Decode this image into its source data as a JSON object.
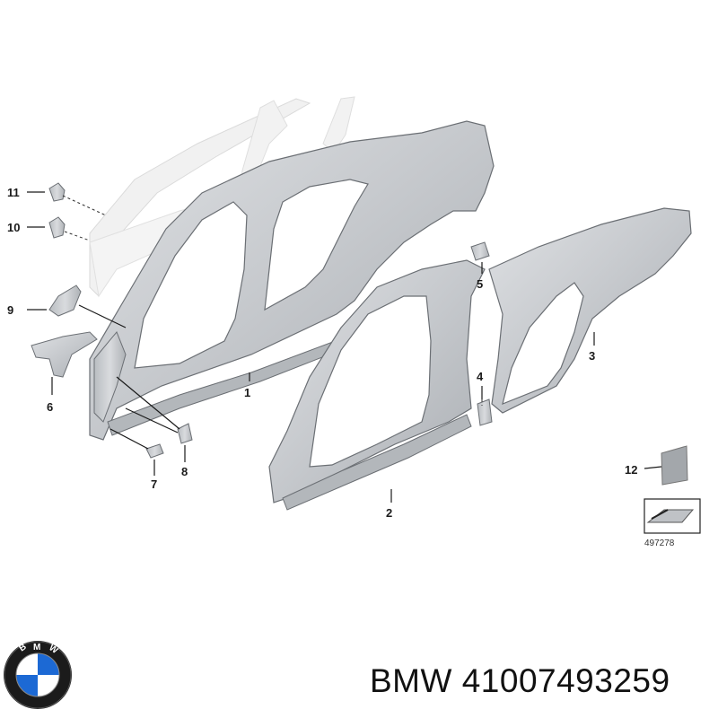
{
  "diagram": {
    "callouts": {
      "c1": "1",
      "c2": "2",
      "c3": "3",
      "c4": "4",
      "c5": "5",
      "c6": "6",
      "c7": "7",
      "c8": "8",
      "c9": "9",
      "c10": "10",
      "c11": "11",
      "c12": "12"
    },
    "reference_code": "497278",
    "colors": {
      "part_fill": "#c9ccd0",
      "part_shade": "#a7abb0",
      "ghost": "#e2e2e2",
      "outline": "#6b6f74"
    }
  },
  "footer": {
    "brand": "BMW",
    "part_number": "41007493259"
  },
  "logo": {
    "icon": "bmw-roundel-icon",
    "colors": {
      "ring": "#1b1b1b",
      "blue": "#1c69d4",
      "white": "#ffffff"
    }
  }
}
